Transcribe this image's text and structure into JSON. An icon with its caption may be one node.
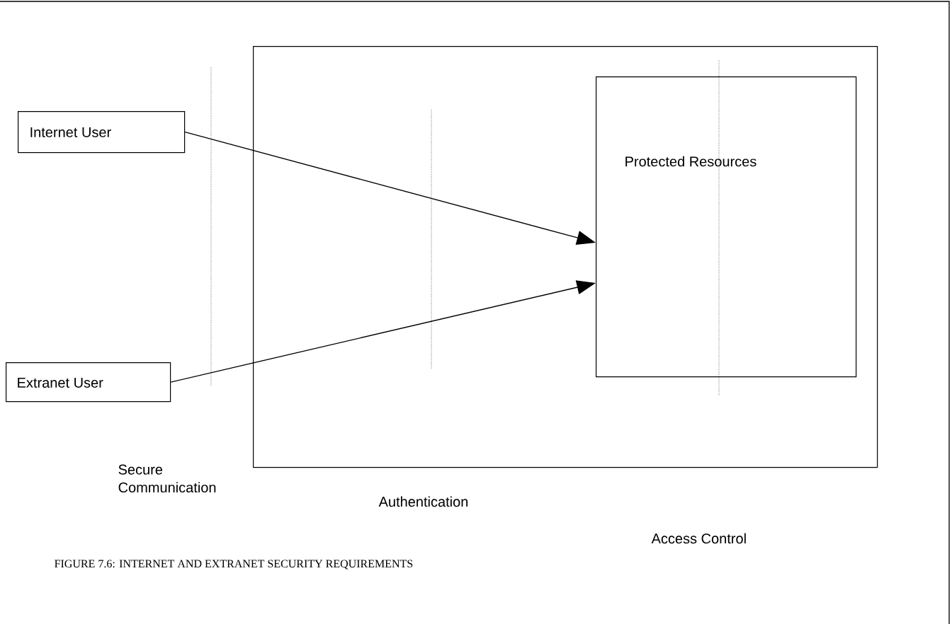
{
  "diagram": {
    "caption": "FIGURE 7.6: INTERNET AND EXTRANET SECURITY REQUIREMENTS",
    "nodes": [
      {
        "text": [
          "Internet User"
        ]
      },
      {
        "text": [
          "Extranet User"
        ]
      },
      {
        "text": [],
        "shape": "box"
      },
      {
        "text": [
          "Protected Resources"
        ],
        "in": 2
      }
    ],
    "edges": [
      {
        "from": 0,
        "to": 3,
        "arrow": "to"
      },
      {
        "from": 1,
        "to": 3,
        "arrow": "to"
      }
    ],
    "labels": [
      "Secure Communication",
      "Authentication",
      "Access Control"
    ]
  }
}
